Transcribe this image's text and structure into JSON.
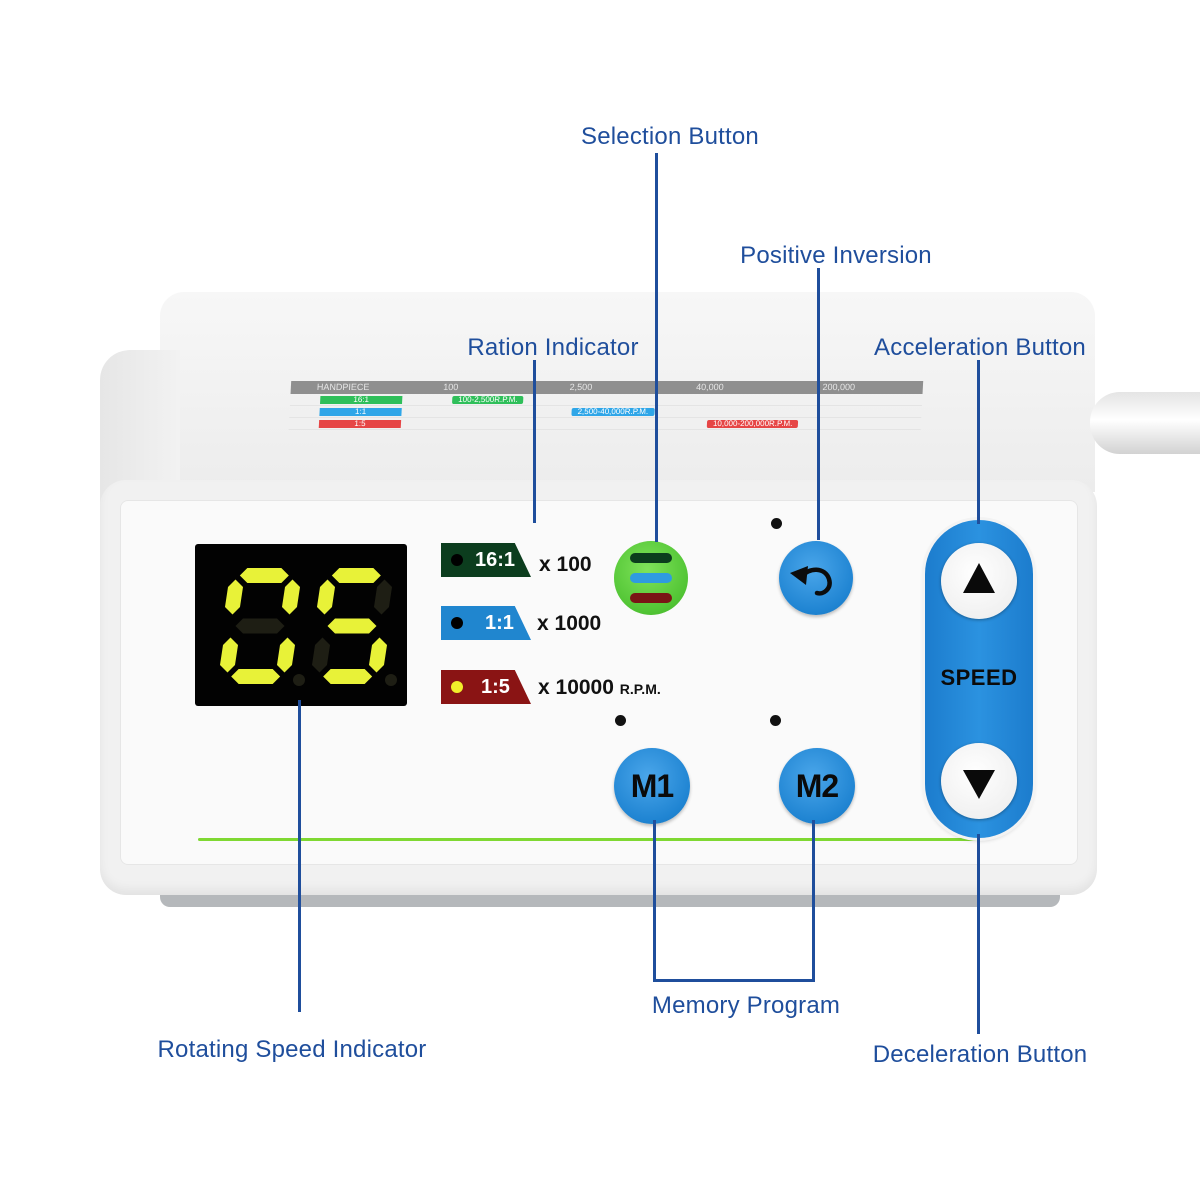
{
  "callouts": {
    "selection_button": "Selection Button",
    "positive_inversion": "Positive Inversion",
    "ration_indicator": "Ration Indicator",
    "acceleration_button": "Acceleration Button",
    "rotating_speed_indicator": "Rotating Speed Indicator",
    "memory_program": "Memory Program",
    "deceleration_button": "Deceleration Button"
  },
  "label_table": {
    "headers": [
      "HANDPIECE",
      "100",
      "2,500",
      "40,000",
      "200,000"
    ],
    "rows": [
      {
        "tag": "16:1",
        "tag_color": "#2fbf5a",
        "range": "100-2,500R.P.M.",
        "range_color": "#2fbf5a"
      },
      {
        "tag": "1:1",
        "tag_color": "#2fa6e8",
        "range": "2,500-40,000R.P.M.",
        "range_color": "#2fa6e8"
      },
      {
        "tag": "1:5",
        "tag_color": "#e64545",
        "range": "10,000-200,000R.P.M.",
        "range_color": "#e64545"
      }
    ]
  },
  "display": {
    "value": "05",
    "segment_color": "#e8f238",
    "dim_color": "#1e1e14"
  },
  "ratios": [
    {
      "ratio": "16:1",
      "multiplier": "x 100",
      "unit": "",
      "tag_color": "#0c3d1e",
      "dot_color": "#000000"
    },
    {
      "ratio": "1:1",
      "multiplier": "x 1000",
      "unit": "",
      "tag_color": "#2086cf",
      "dot_color": "#000000"
    },
    {
      "ratio": "1:5",
      "multiplier": "x 10000",
      "unit": "R.P.M.",
      "tag_color": "#8a1414",
      "dot_color": "#f2ee2a"
    }
  ],
  "selection_bars": [
    "#0b3d1d",
    "#2f9be0",
    "#7a1515"
  ],
  "buttons": {
    "m1": "M1",
    "m2": "M2",
    "speed": "SPEED",
    "inversion_icon": "rotate-ccw-icon",
    "up_icon": "triangle-up-icon",
    "down_icon": "triangle-down-icon"
  }
}
